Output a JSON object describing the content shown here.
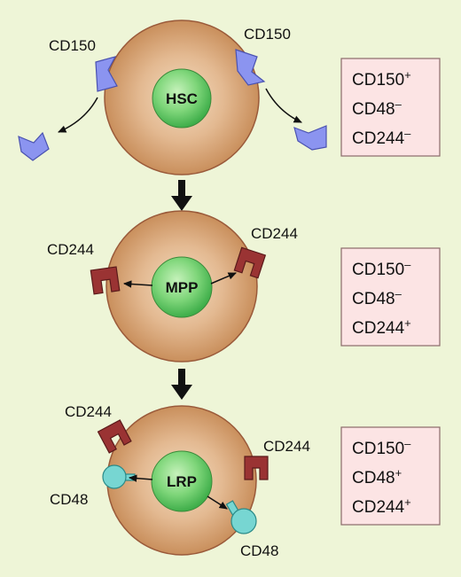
{
  "colors": {
    "background": "#eef5d7",
    "cell_fill": "#d9a77a",
    "nucleus": "#5bc45e",
    "cd150_receptor": "#8b94f0",
    "cd244_receptor": "#9a3333",
    "cd48_receptor": "#77d6d2",
    "marker_box": "#fce4e4"
  },
  "cells": [
    {
      "nucleus_label": "HSC",
      "receptor_labels": [
        "CD150",
        "CD150"
      ],
      "markers": [
        {
          "name": "CD150",
          "sign": "+"
        },
        {
          "name": "CD48",
          "sign": "–"
        },
        {
          "name": "CD244",
          "sign": "–"
        }
      ]
    },
    {
      "nucleus_label": "MPP",
      "receptor_labels": [
        "CD244",
        "CD244"
      ],
      "markers": [
        {
          "name": "CD150",
          "sign": "–"
        },
        {
          "name": "CD48",
          "sign": "–"
        },
        {
          "name": "CD244",
          "sign": "+"
        }
      ]
    },
    {
      "nucleus_label": "LRP",
      "receptor_labels": [
        "CD244",
        "CD244",
        "CD48",
        "CD48"
      ],
      "markers": [
        {
          "name": "CD150",
          "sign": "–"
        },
        {
          "name": "CD48",
          "sign": "+"
        },
        {
          "name": "CD244",
          "sign": "+"
        }
      ]
    }
  ]
}
